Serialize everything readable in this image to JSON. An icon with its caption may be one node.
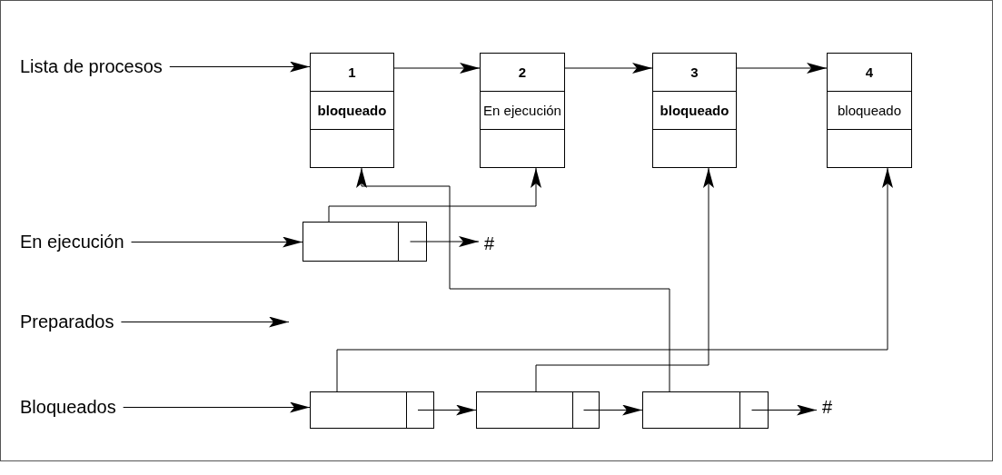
{
  "diagram": {
    "nodes": [
      {
        "text": [
          "Lista de procesos"
        ]
      },
      {
        "text": [
          "1",
          "bloqueado"
        ]
      },
      {
        "text": [
          "2",
          "En ejecución"
        ]
      },
      {
        "text": [
          "3",
          "bloqueado"
        ]
      },
      {
        "text": [
          "4",
          "bloqueado"
        ]
      },
      {
        "text": [
          "En ejecución"
        ]
      },
      {
        "text": [],
        "shape": "box"
      },
      {
        "text": [
          "#"
        ]
      },
      {
        "text": [
          "Preparados"
        ]
      },
      {
        "text": [
          "Bloqueados"
        ]
      },
      {
        "text": [],
        "shape": "box"
      },
      {
        "text": [],
        "shape": "box"
      },
      {
        "text": [],
        "shape": "box"
      },
      {
        "text": [
          "#"
        ]
      }
    ],
    "edges": [
      {
        "from": 0,
        "to": 1,
        "arrow": "to"
      },
      {
        "from": 1,
        "to": 2,
        "arrow": "to"
      },
      {
        "from": 2,
        "to": 3,
        "arrow": "to"
      },
      {
        "from": 3,
        "to": 4,
        "arrow": "to"
      },
      {
        "from": 5,
        "to": 6,
        "arrow": "to"
      },
      {
        "from": 6,
        "to": 7,
        "arrow": "to"
      },
      {
        "from": 6,
        "to": 2,
        "arrow": "to"
      },
      {
        "from": 8,
        "to": null,
        "arrow": "to"
      },
      {
        "from": 9,
        "to": 10,
        "arrow": "to"
      },
      {
        "from": 10,
        "to": 11,
        "arrow": "to"
      },
      {
        "from": 11,
        "to": 12,
        "arrow": "to"
      },
      {
        "from": 12,
        "to": 13,
        "arrow": "to"
      },
      {
        "from": 12,
        "to": 1,
        "arrow": "to"
      },
      {
        "from": 11,
        "to": 3,
        "arrow": "to"
      },
      {
        "from": 10,
        "to": 4,
        "arrow": "to"
      }
    ]
  }
}
